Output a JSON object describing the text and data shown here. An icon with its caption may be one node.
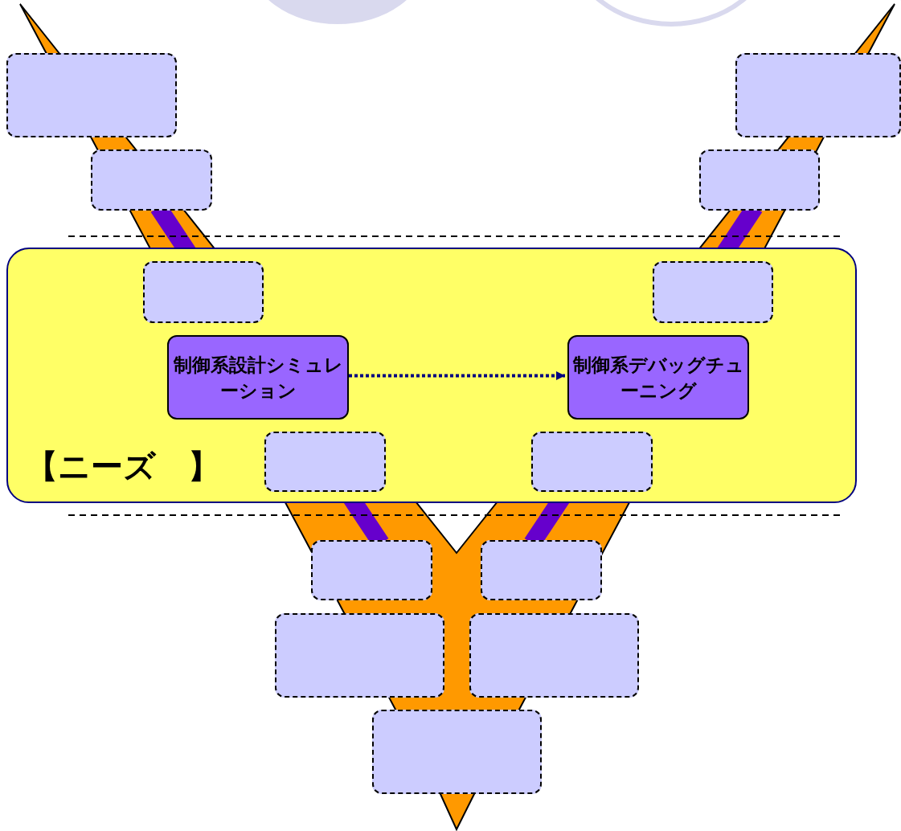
{
  "diagram": {
    "nodes": [
      {
        "text": [
          "【ニーズ　】"
        ]
      },
      {
        "text": [],
        "shape": "box"
      },
      {
        "text": [],
        "shape": "box"
      },
      {
        "text": [],
        "shape": "box"
      },
      {
        "text": [],
        "shape": "box"
      },
      {
        "text": [],
        "shape": "box",
        "in": 0
      },
      {
        "text": [],
        "shape": "box",
        "in": 0
      },
      {
        "text": [
          "制御系設計シミュレーション"
        ],
        "in": 0
      },
      {
        "text": [
          "制御系デバッグチューニング"
        ],
        "in": 0
      },
      {
        "text": [],
        "shape": "box",
        "in": 0
      },
      {
        "text": [],
        "shape": "box",
        "in": 0
      },
      {
        "text": [],
        "shape": "box"
      },
      {
        "text": [],
        "shape": "box"
      },
      {
        "text": [],
        "shape": "box"
      },
      {
        "text": [],
        "shape": "box"
      },
      {
        "text": [],
        "shape": "box"
      }
    ],
    "edges": [
      {
        "from": 7,
        "to": 8,
        "arrow": "to",
        "style": "dashed",
        "color": "#000080"
      }
    ]
  }
}
